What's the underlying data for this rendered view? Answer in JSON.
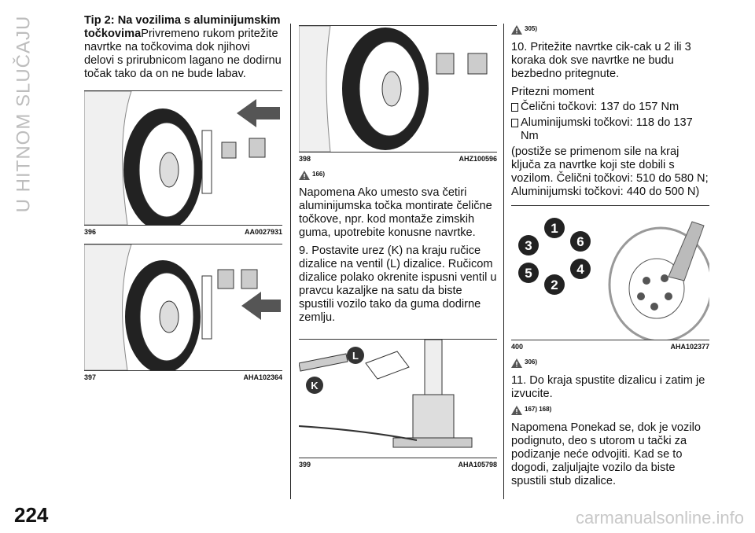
{
  "section_title": "U HITNOM SLUČAJU",
  "page_number": "224",
  "watermark": "carmanualsonline.info",
  "col1": {
    "tip_heading": "Tip 2: Na vozilima s aluminijumskim točkovima",
    "tip_text": "Privremeno rukom pritežite navrtke na točkovima dok njihovi delovi s prirubnicom lagano ne dodirnu točak tako da on ne bude labav.",
    "fig1": {
      "number": "396",
      "code": "AA0027931"
    },
    "fig2": {
      "number": "397",
      "code": "AHA102364"
    }
  },
  "col2": {
    "fig1": {
      "number": "398",
      "code": "AHZ100596"
    },
    "warn1": "166)",
    "note_text": "Napomena  Ako umesto sva četiri aluminijumska točka montirate čelične točkove, npr. kod montaže zimskih guma, upotrebite konusne navrtke.",
    "step9": "9. Postavite urez (K) na kraju ručice dizalice na ventil (L) dizalice. Ručicom dizalice polako okrenite ispusni ventil u pravcu kazaljke na satu da biste spustili vozilo tako da guma dodirne zemlju.",
    "fig2": {
      "number": "399",
      "code": "AHA105798"
    },
    "label_L": "L",
    "label_K": "K"
  },
  "col3": {
    "warn1": "305)",
    "step10": "10. Pritežite navrtke cik-cak u 2 ili 3 koraka dok sve navrtke ne budu bezbedno pritegnute.",
    "torque_heading": "Pritezni moment",
    "torque_steel": "Čelični točkovi: 137 do 157 Nm",
    "torque_alu": "Aluminijumski točkovi: 118 do 137 Nm",
    "torque_note": "(postiže se primenom sile na kraj ključa za navrtke koji ste dobili s vozilom. Čelični točkovi: 510 do 580 N; Aluminijumski točkovi: 440 do 500 N)",
    "fig1": {
      "number": "400",
      "code": "AHA102377",
      "order": [
        "1",
        "2",
        "3",
        "4",
        "5",
        "6"
      ]
    },
    "warn2": "306)",
    "step11": "11. Do kraja spustite dizalicu i zatim je izvucite.",
    "warn3": "167) 168)",
    "note2_text": "Napomena  Ponekad se, dok je vozilo podignuto, deo s utorom u tački za podizanje neće odvojiti. Kad se to dogodi, zaljuljajte vozilo da biste spustili stub dizalice."
  }
}
